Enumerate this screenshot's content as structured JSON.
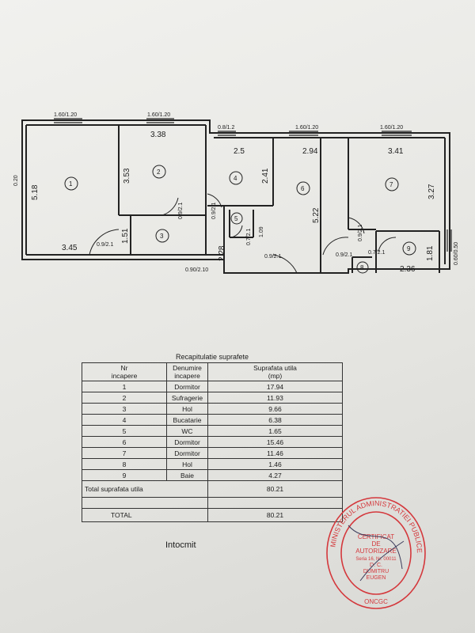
{
  "plan": {
    "window_labels": [
      "1.60/1.20",
      "1.60/1.20",
      "0.8/1.2",
      "1.60/1.20",
      "1.60/1.20",
      "0.20",
      "0.60/0.50"
    ],
    "door_labels": [
      "0.9/2.1",
      "0.9/2.1",
      "0.9/2.1",
      "0.7/2.1",
      "0.9/2.1",
      "0.9/2.1",
      "0.7/2.1",
      "0.90/2.10"
    ],
    "dims": [
      "3.38",
      "2.5",
      "2.94",
      "3.41",
      "5.18",
      "3.53",
      "3.45",
      "1.51",
      "2.41",
      "1.09",
      "5.22",
      "3.27",
      "2.28",
      "1.81",
      "2.36"
    ],
    "rooms": [
      "1",
      "2",
      "3",
      "4",
      "5",
      "6",
      "7",
      "8",
      "9"
    ]
  },
  "table": {
    "title": "Recapitulatie suprafete",
    "headers": {
      "nr_line1": "Nr",
      "nr_line2": "incapere",
      "name_line1": "Denumire",
      "name_line2": "incapere",
      "area_line1": "Suprafata utila",
      "area_line2": "(mp)"
    },
    "rows": [
      {
        "nr": "1",
        "name": "Dormitor",
        "area": "17.94"
      },
      {
        "nr": "2",
        "name": "Sufragerie",
        "area": "11.93"
      },
      {
        "nr": "3",
        "name": "Hol",
        "area": "9.66"
      },
      {
        "nr": "4",
        "name": "Bucatarie",
        "area": "6.38"
      },
      {
        "nr": "5",
        "name": "WC",
        "area": "1.65"
      },
      {
        "nr": "6",
        "name": "Dormitor",
        "area": "15.46"
      },
      {
        "nr": "7",
        "name": "Dormitor",
        "area": "11.46"
      },
      {
        "nr": "8",
        "name": "Hol",
        "area": "1.46"
      },
      {
        "nr": "9",
        "name": "Baie",
        "area": "4.27"
      }
    ],
    "total_util_label": "Total suprafata utila",
    "total_util_value": "80.21",
    "total_label": "TOTAL",
    "total_value": "80.21"
  },
  "footer": {
    "prepared_label": "Intocmit"
  },
  "stamp": {
    "ring_text": "MINISTERUL ADMINISTRATIEI PUBLICE",
    "line1": "CERTIFICAT",
    "line2": "DE",
    "line3": "AUTORIZARE",
    "line4": "Seria 16, Nr. 00011",
    "line5": "D. C.",
    "line6": "DUMITRU",
    "line7": "EUGEN",
    "bottom": "ONCGC",
    "color": "#d4383c"
  }
}
